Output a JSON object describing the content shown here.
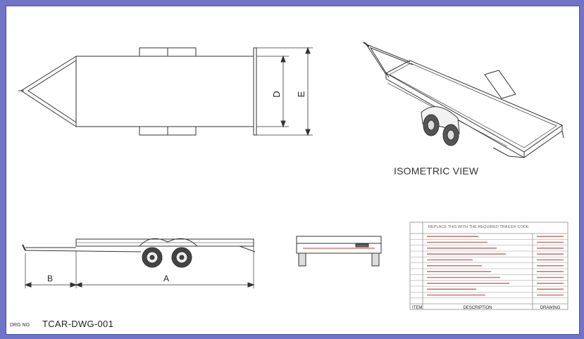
{
  "views": {
    "isometric_title": "ISOMETRIC VIEW"
  },
  "dimensions": {
    "a": "A",
    "b": "B",
    "d": "D",
    "e": "E"
  },
  "drawing": {
    "number_label": "DRG NO",
    "number": "TCAR-DWG-001"
  },
  "parts_table": {
    "header_note": "REPLACE THIS WITH THE REQUIRED TRAILER CODE",
    "columns": [
      "ITEM",
      "DESCRIPTION",
      "DRAWING"
    ]
  }
}
